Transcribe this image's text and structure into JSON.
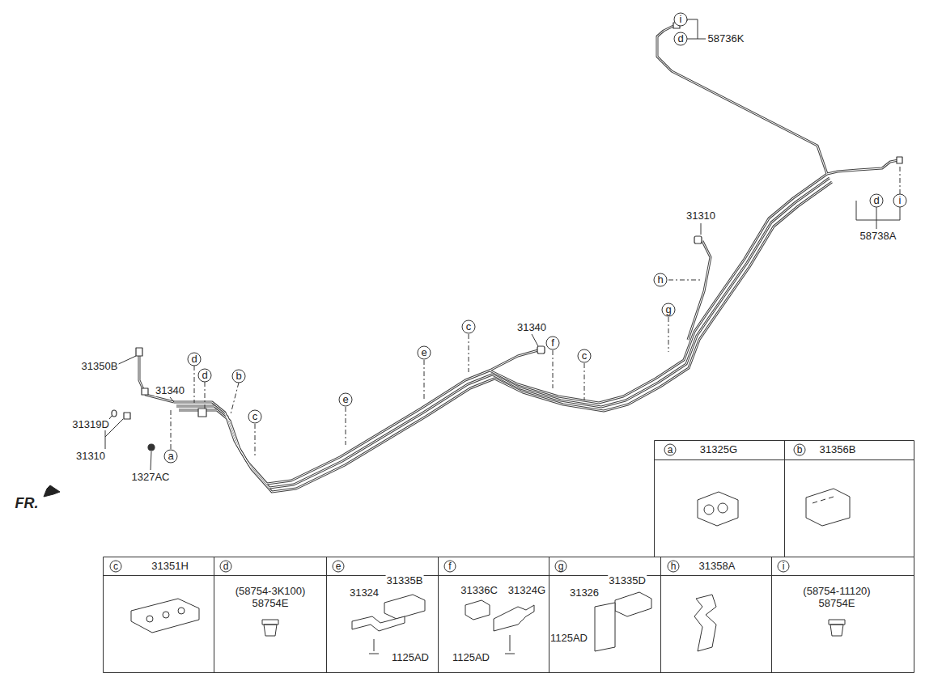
{
  "diagram": {
    "labels": [
      "i",
      "d",
      "58736K",
      "i",
      "d",
      "58738A",
      "31310",
      "h",
      "g",
      "c",
      "31340",
      "f",
      "c",
      "e",
      "e",
      "d",
      "d",
      "b",
      "c",
      "31350B",
      "31340",
      "31319D",
      "31310",
      "a",
      "1327AC",
      "FR.",
      "a",
      "31325G",
      "b",
      "31356B",
      "c",
      "31351H",
      "d",
      "(58754-3K100)",
      "58754E",
      "e",
      "31335B",
      "31324",
      "1125AD",
      "f",
      "31336C",
      "31324G",
      "1125AD",
      "g",
      "31326",
      "31335D",
      "1125AD",
      "h",
      "31358A",
      "i",
      "(58754-11120)",
      "58754E"
    ]
  }
}
